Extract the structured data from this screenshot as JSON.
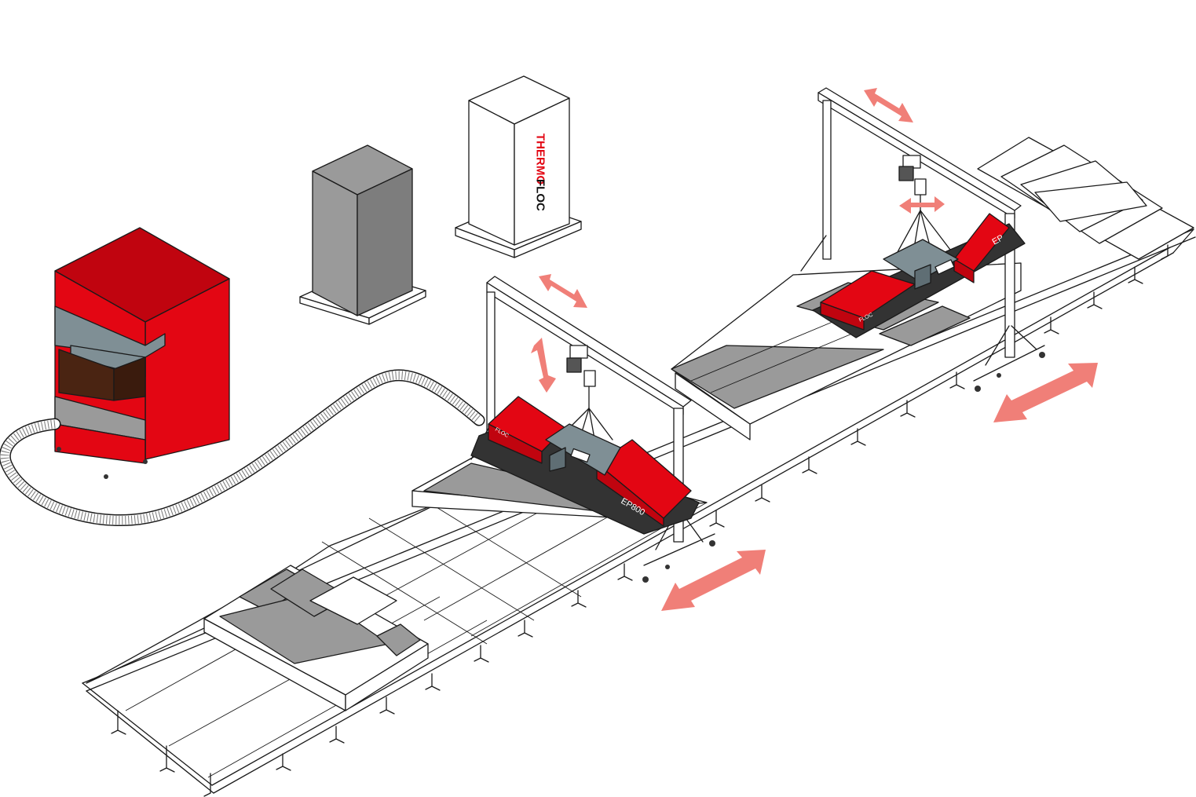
{
  "labels": {
    "brand_vertical_red": "THERMO",
    "brand_vertical_black": "FLOC",
    "machine_model": "EP800",
    "machine_model_partial": "EP",
    "machine_logo": "FLOC"
  },
  "colors": {
    "machine_red": "#e30613",
    "machine_red_dark": "#c0040f",
    "motion_arrow": "#f07f78",
    "panel_gray": "#9a9a9a",
    "panel_gray_dark": "#7d7d7d",
    "hopper_brown": "#4a2412",
    "hopper_slate": "#7f8f95",
    "line": "#1a1a1a"
  },
  "icons": {
    "motion_arrows": "double-headed-arrow",
    "hose": "flexible-hose",
    "hoist": "chain-hoist"
  }
}
